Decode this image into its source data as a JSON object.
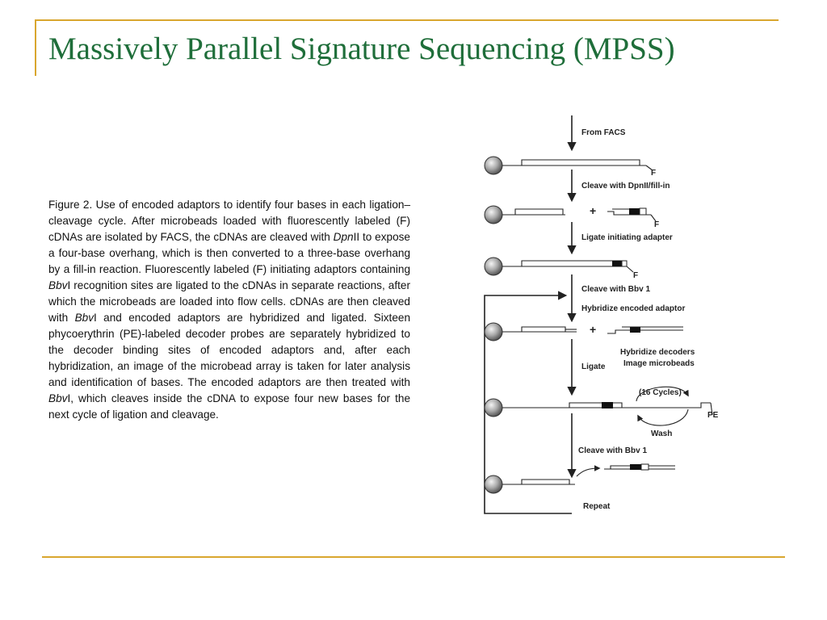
{
  "slide": {
    "title": "Massively Parallel Signature Sequencing (MPSS)"
  },
  "caption": {
    "p1": "Figure 2. Use of encoded adaptors to identify four bases in each ligation–cleavage cycle. After microbeads loaded with fluorescently labeled (F) cDNAs are isolated by FACS, the cDNAs are cleaved with ",
    "i1": "Dpn",
    "p2": "II to expose a four-base overhang, which is then converted to a three-base overhang by a fill-in reaction. Fluorescently labeled (F) initiating adaptors containing ",
    "i2": "Bbv",
    "p3": "I recognition sites are ligated to the cDNAs in separate reactions, after which the microbeads are loaded into flow cells. cDNAs are then cleaved with ",
    "i3": "Bbv",
    "p4": "I and encoded adaptors are hybridized and ligated. Sixteen phycoerythrin (PE)-labeled decoder probes are separately hybridized to the decoder binding sites of encoded adaptors and, after each hybridization, an image of the microbead array is taken for later analysis and identification of bases. The encoded adaptors are then treated with ",
    "i4": "Bbv",
    "p5": "I, which cleaves inside the cDNA to expose four new bases for the next cycle of ligation and cleavage."
  },
  "diagram": {
    "from_facs": "From FACS",
    "f1": "F",
    "cleave_dpnii": "Cleave with DpnII/fill-in",
    "plus1": "+",
    "f2": "F",
    "ligate_initiating": "Ligate initiating adapter",
    "f3": "F",
    "cleave_bbv1_a": "Cleave with Bbv 1",
    "hybridize_encoded": "Hybridize encoded adaptor",
    "plus2": "+",
    "ligate": "Ligate",
    "hybridize_decoders": "Hybridize decoders",
    "image_microbeads": "Image microbeads",
    "cycles": "(16 Cycles)",
    "pe": "PE",
    "wash": "Wash",
    "cleave_bbv1_b": "Cleave with Bbv 1",
    "repeat": "Repeat"
  }
}
